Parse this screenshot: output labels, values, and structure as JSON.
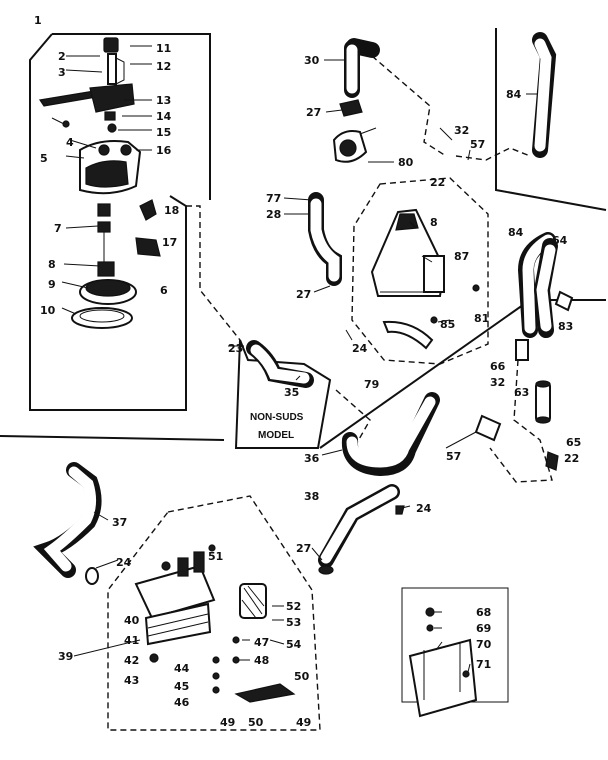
{
  "diagram": {
    "callouts": {
      "c1": "1",
      "c2": "2",
      "c3": "3",
      "c4": "4",
      "c5": "5",
      "c11": "11",
      "c12": "12",
      "c13": "13",
      "c14": "14",
      "c15": "15",
      "c16": "16",
      "c18": "18",
      "c17": "17",
      "c7": "7",
      "c6": "6",
      "c8": "8",
      "c9": "9",
      "c10": "10",
      "c30": "30",
      "c27a": "27",
      "c80": "80",
      "c32a": "32",
      "c57a": "57",
      "c22a": "22",
      "c84a": "84",
      "c77": "77",
      "c28": "28",
      "c27b": "27",
      "c8b": "8",
      "c87": "87",
      "c84b": "84",
      "c64": "64",
      "c83": "83",
      "c23": "23",
      "c35": "35",
      "c24a": "24",
      "c85": "85",
      "c81": "81",
      "c79": "79",
      "c66": "66",
      "c32b": "32",
      "c63": "63",
      "c65": "65",
      "c22b": "22",
      "c36": "36",
      "c57b": "57",
      "c38": "38",
      "c24b": "24",
      "c37": "37",
      "c27c": "27",
      "c24c": "24",
      "c51": "51",
      "c40": "40",
      "c41": "41",
      "c42": "42",
      "c43": "43",
      "c39": "39",
      "c52": "52",
      "c53": "53",
      "c54": "54",
      "c47": "47",
      "c48": "48",
      "c44": "44",
      "c45": "45",
      "c46": "46",
      "c50a": "50",
      "c49a": "49",
      "c50b": "50",
      "c49b": "49",
      "c68": "68",
      "c69": "69",
      "c70": "70",
      "c71": "71"
    },
    "box_label_line1": "NON-SUDS",
    "box_label_line2": "MODEL"
  }
}
